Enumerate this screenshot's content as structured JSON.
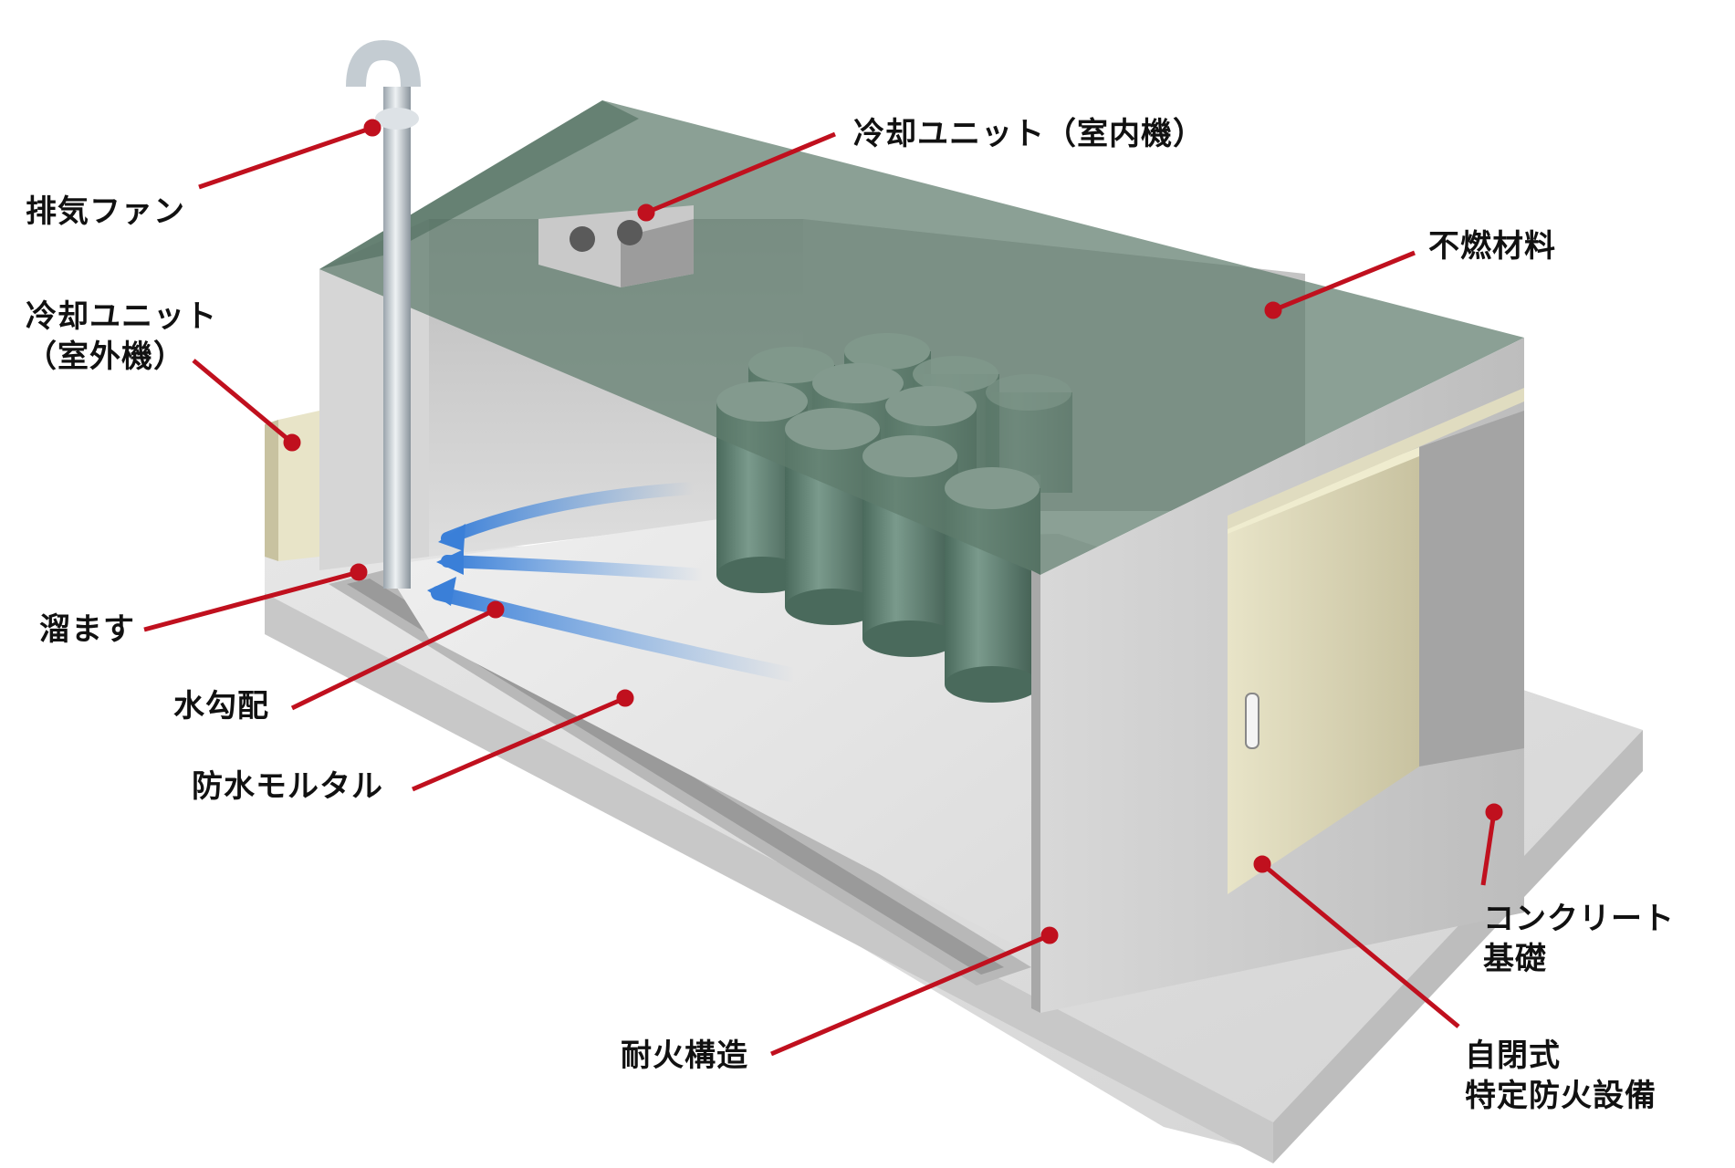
{
  "colors": {
    "leader_line": "#c0101e",
    "roof_tint": "#5e7c6c",
    "drum": "#5a7a6c",
    "water_flow": "#4a90e2",
    "door": "#ddd8b8",
    "foundation": "#dcdcdc"
  },
  "labels": {
    "exhaust_fan": "排気ファン",
    "cooling_indoor": "冷却ユニット（室内機）",
    "nonflammable": "不燃材料",
    "cooling_outdoor_1": "冷却ユニット",
    "cooling_outdoor_2": "（室外機）",
    "sump": "溜ます",
    "water_slope": "水勾配",
    "waterproof_mortar": "防水モルタル",
    "concrete_1": "コンクリート",
    "concrete_2": "基礎",
    "fire_resistant": "耐火構造",
    "fire_equipment_1": "自閉式",
    "fire_equipment_2": "特定防火設備"
  }
}
